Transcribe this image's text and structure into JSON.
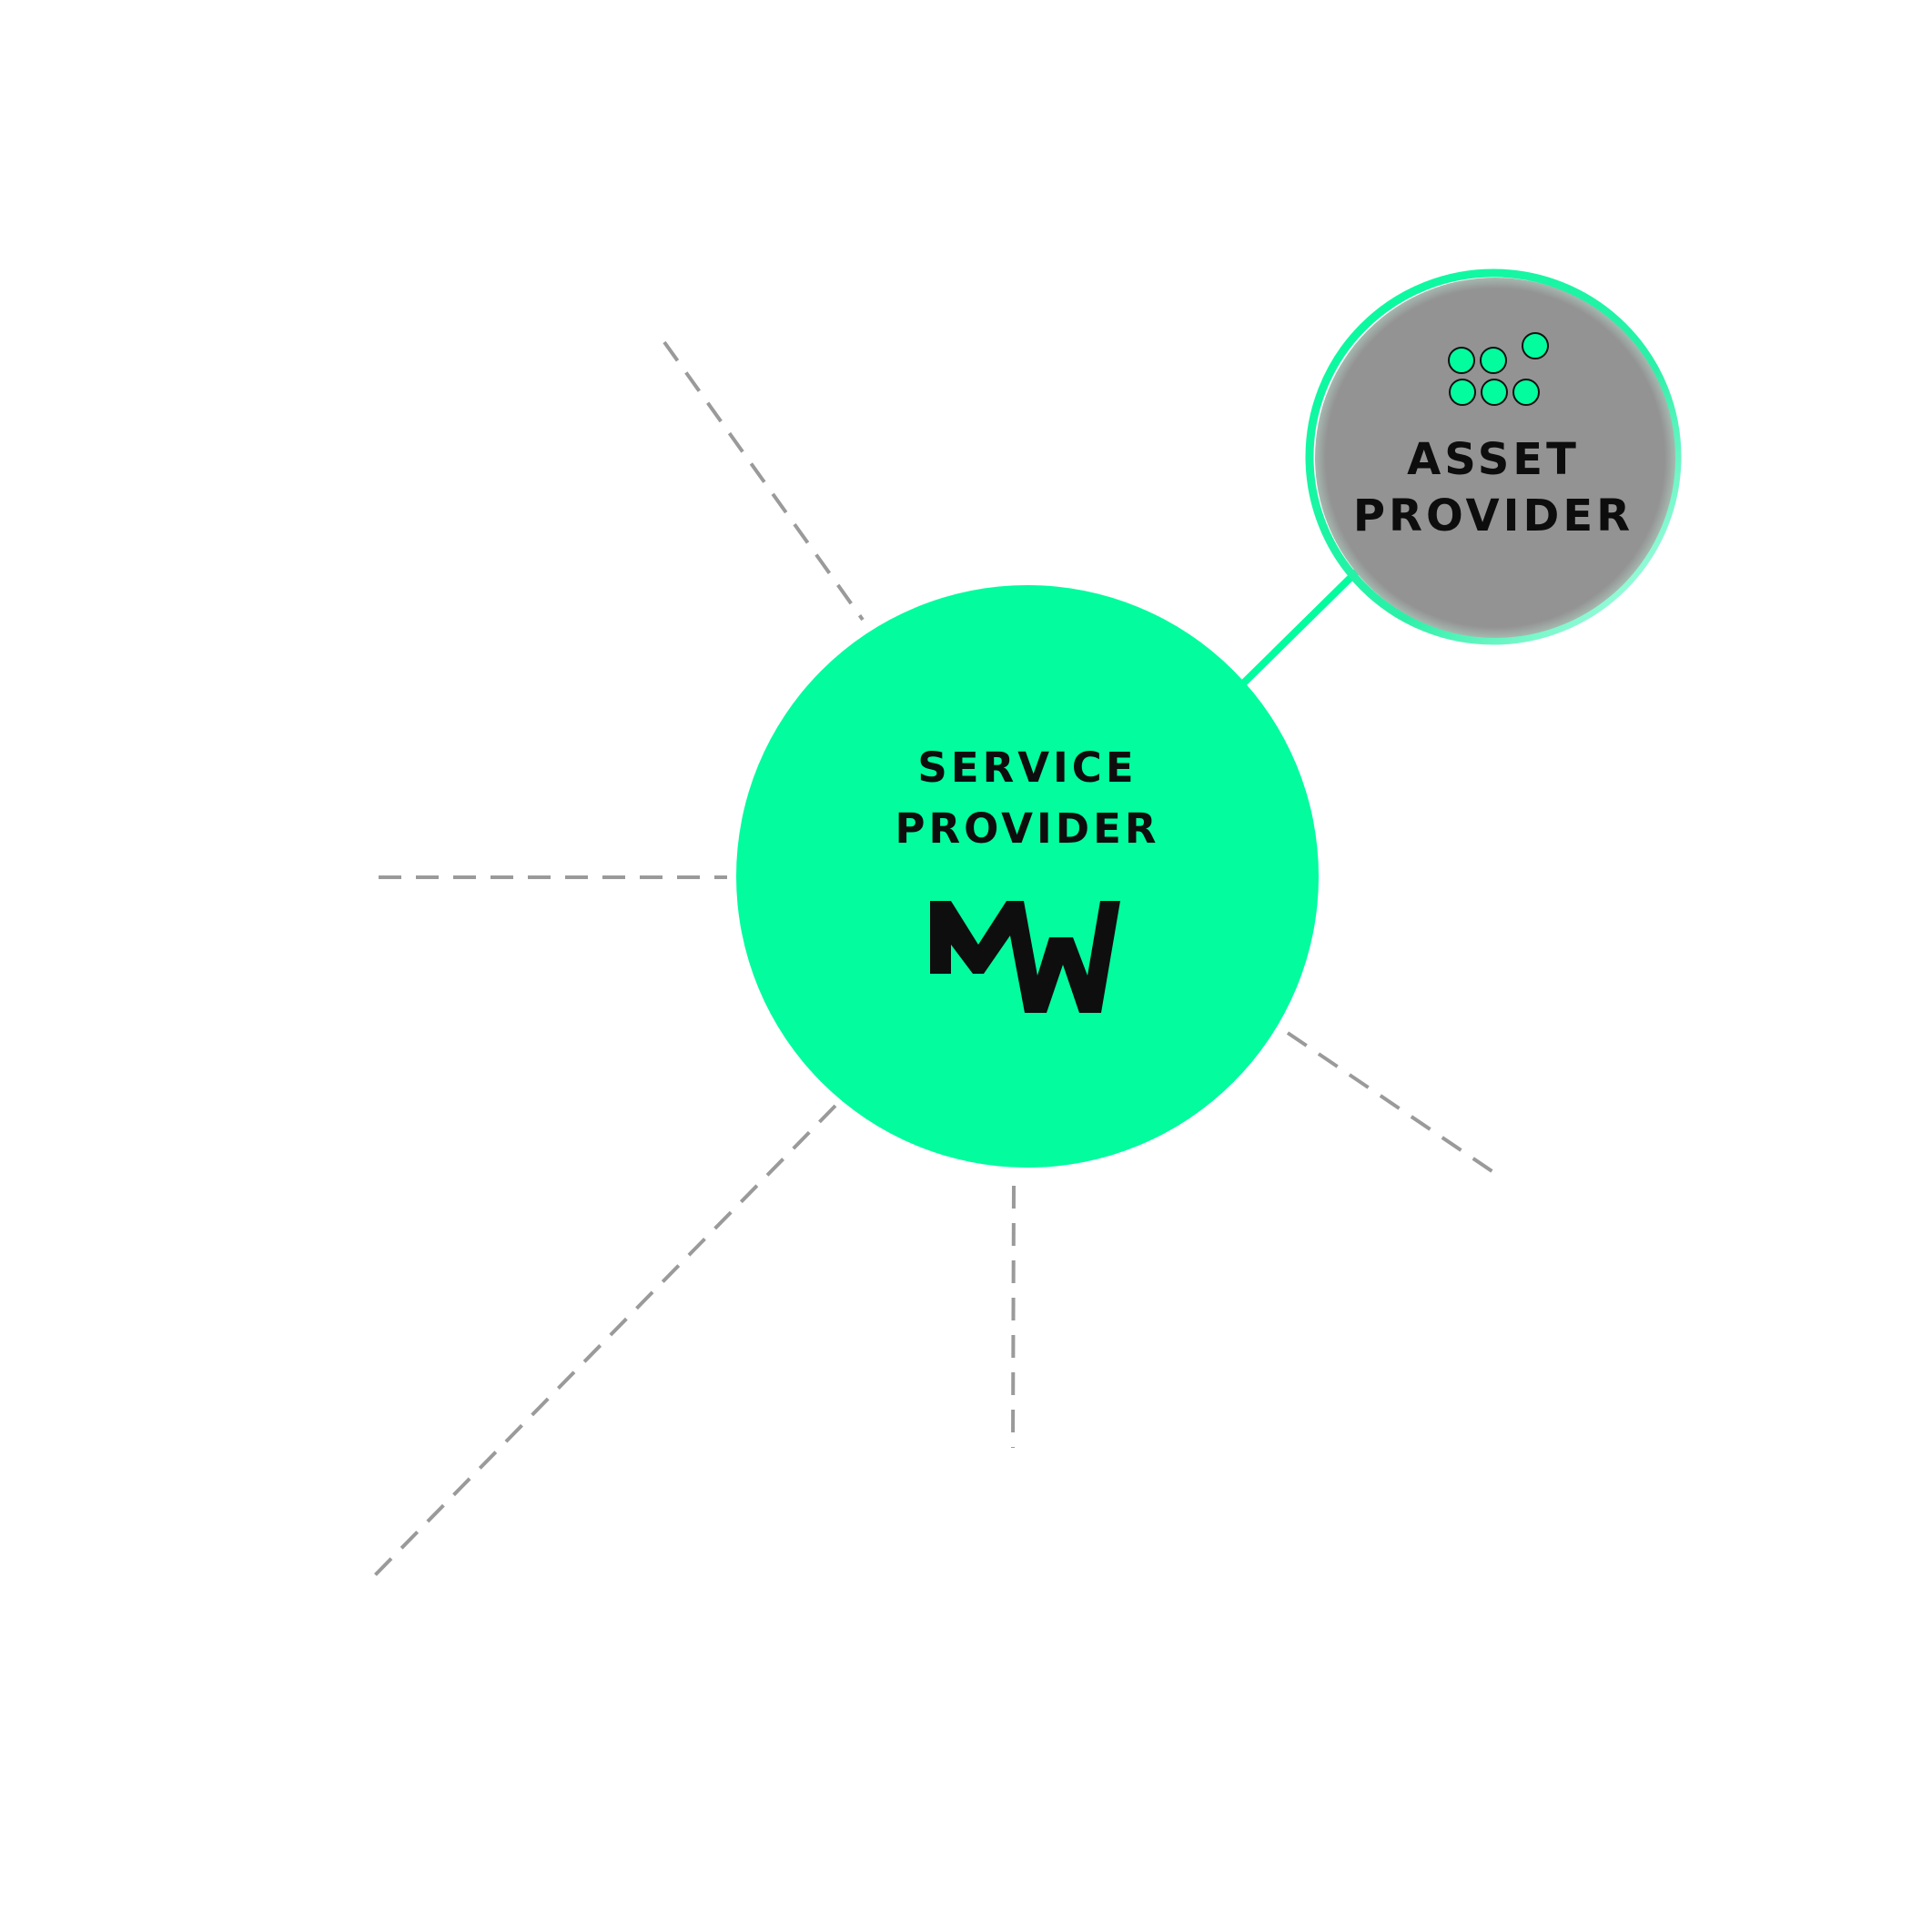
{
  "colors": {
    "accent": "#02fc9e",
    "asset_fill": "#939393",
    "dash": "#9a9a9a",
    "logo": "#0e0e0e"
  },
  "service_provider": {
    "line1": "SERVICE",
    "line2": "PROVIDER",
    "logo_icon": "mw-logo-icon"
  },
  "asset_provider": {
    "line1": "ASSET",
    "line2": "PROVIDER",
    "icon": "dots-grid-icon"
  }
}
